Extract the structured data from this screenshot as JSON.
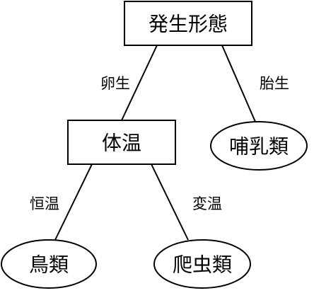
{
  "diagram": {
    "nodes": {
      "birth_form": "発生形態",
      "body_temp": "体温",
      "mammals": "哺乳類",
      "birds": "鳥類",
      "reptiles": "爬虫類"
    },
    "edges": {
      "oviparous": "卵生",
      "viviparous": "胎生",
      "homeothermic": "恒温",
      "poikilothermic": "変温"
    }
  }
}
